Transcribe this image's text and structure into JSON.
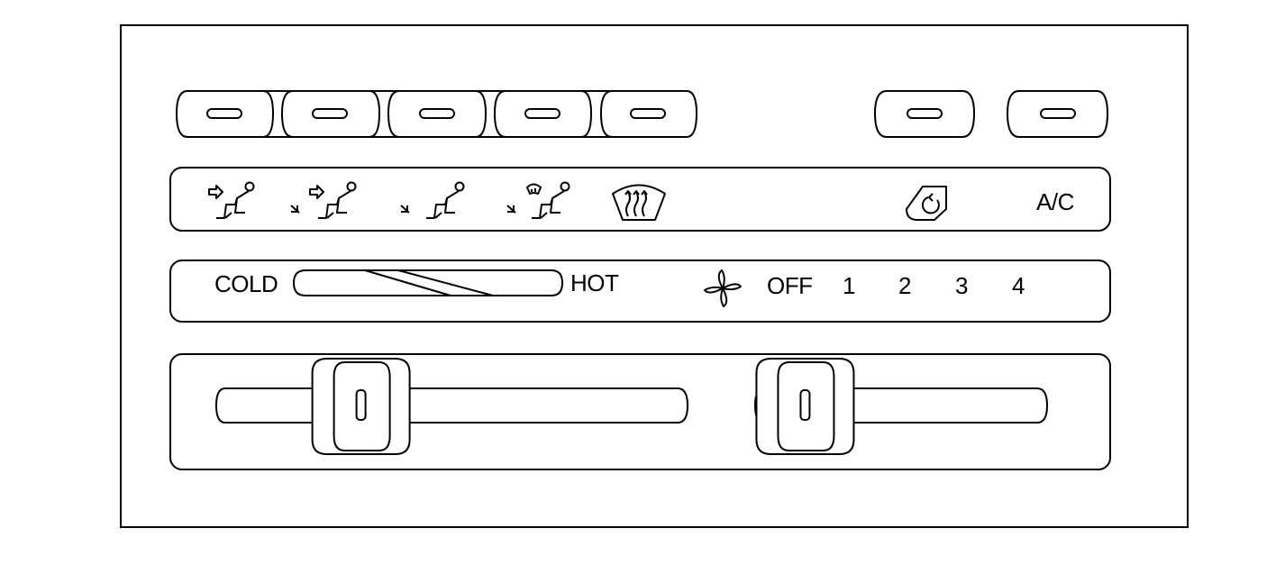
{
  "panel": {
    "mode_buttons": [
      {
        "name": "mode-button-vent"
      },
      {
        "name": "mode-button-bilevel"
      },
      {
        "name": "mode-button-floor"
      },
      {
        "name": "mode-button-floor-defrost"
      },
      {
        "name": "mode-button-defrost"
      }
    ],
    "mode_icons": [
      {
        "name": "vent-mode-icon"
      },
      {
        "name": "bilevel-mode-icon"
      },
      {
        "name": "floor-mode-icon"
      },
      {
        "name": "floor-defrost-mode-icon"
      },
      {
        "name": "windshield-defrost-icon"
      }
    ],
    "recirc_icon": "recirculation-icon",
    "ac_label": "A/C",
    "temperature": {
      "cold_label": "COLD",
      "hot_label": "HOT",
      "position": 0.3
    },
    "fan": {
      "icon": "fan-icon",
      "off_label": "OFF",
      "speeds": [
        "1",
        "2",
        "3",
        "4"
      ],
      "position": 0.15
    }
  }
}
